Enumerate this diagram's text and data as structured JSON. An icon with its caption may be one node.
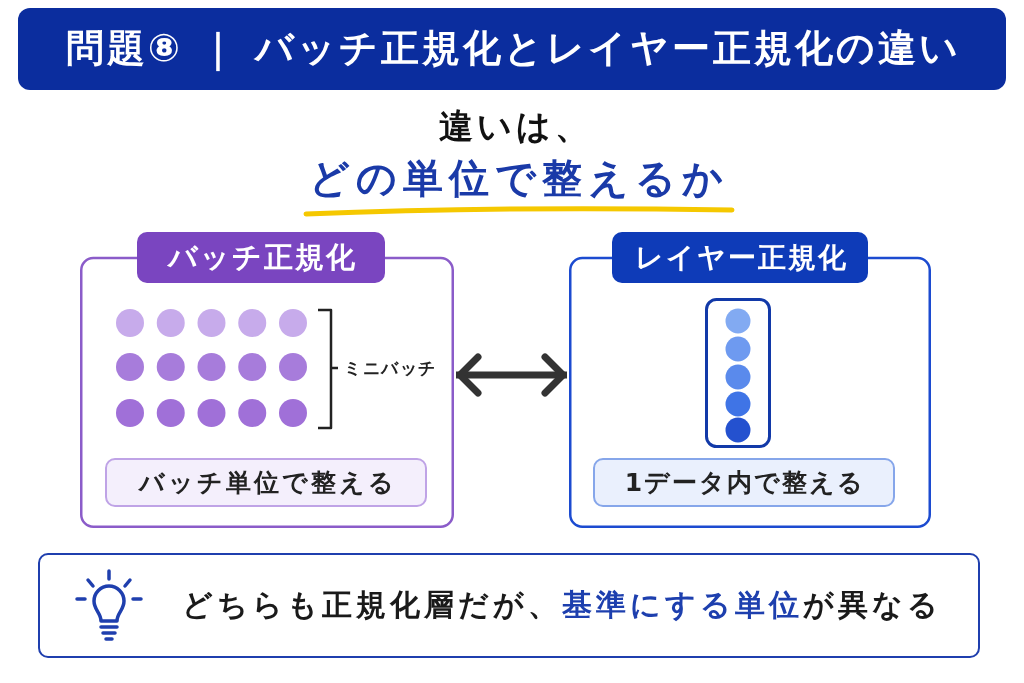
{
  "diagram": {
    "title": "問題⑧ ｜ バッチ正規化とレイヤー正規化の違い",
    "nodes": [
      {
        "text": [
          "バッチ正規化"
        ]
      },
      {
        "text": [
          "バッチ単位で整える"
        ],
        "in": 0
      },
      {
        "text": [
          "レイヤー正規化"
        ]
      },
      {
        "text": [
          "1データ内で整える"
        ],
        "in": 2
      },
      {
        "text": [
          "どちらも正規化層だが、**基準にする単位**が異なる"
        ]
      }
    ],
    "edges": [
      {
        "from": 0,
        "to": 2,
        "arrow": "both"
      }
    ],
    "labels": [
      "違いは、",
      "どの単位で整えるか",
      "ミニバッチ"
    ]
  }
}
